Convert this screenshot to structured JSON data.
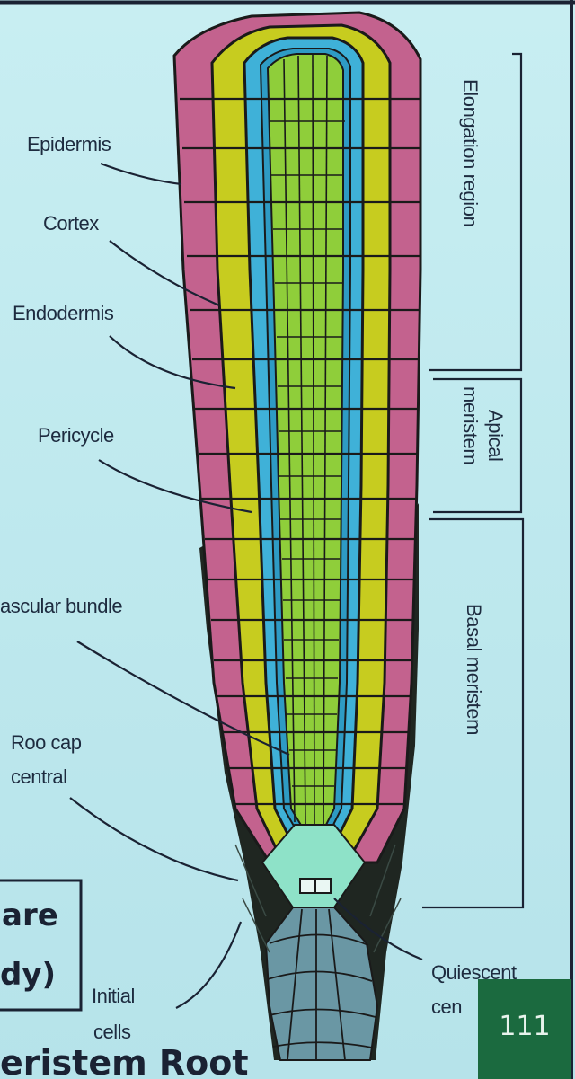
{
  "labels": {
    "epidermis": "Epidermis",
    "cortex": "Cortex",
    "endodermis": "Endodermis",
    "pericycle": "Pericycle",
    "vascular_bundle": "ascular bundle",
    "root_cap_line1": "Roo cap",
    "root_cap_line2": "central",
    "initial_line1": "Initial",
    "initial_line2": "cells",
    "quiescent_line1": "Quiescent",
    "quiescent_line2": "cen"
  },
  "regions": {
    "elongation": "Elongation region",
    "apical_line1": "Apical",
    "apical_line2": "meristem",
    "basal": "Basal meristem"
  },
  "side_box": {
    "line1": "are",
    "line2": "dy)"
  },
  "footer_title": "eristem Root",
  "slide_number": "111",
  "colors": {
    "epidermis": "#c3628e",
    "cortex": "#c7cc1f",
    "endodermis": "#3fb1d8",
    "pericycle": "#2e9bc4",
    "vascular": "#8fce3a",
    "root_cap": "#1f2621",
    "quiescent": "#8ee2c8",
    "initial_cells": "#6a97a4",
    "slide_badge": "#1b6a3f"
  }
}
